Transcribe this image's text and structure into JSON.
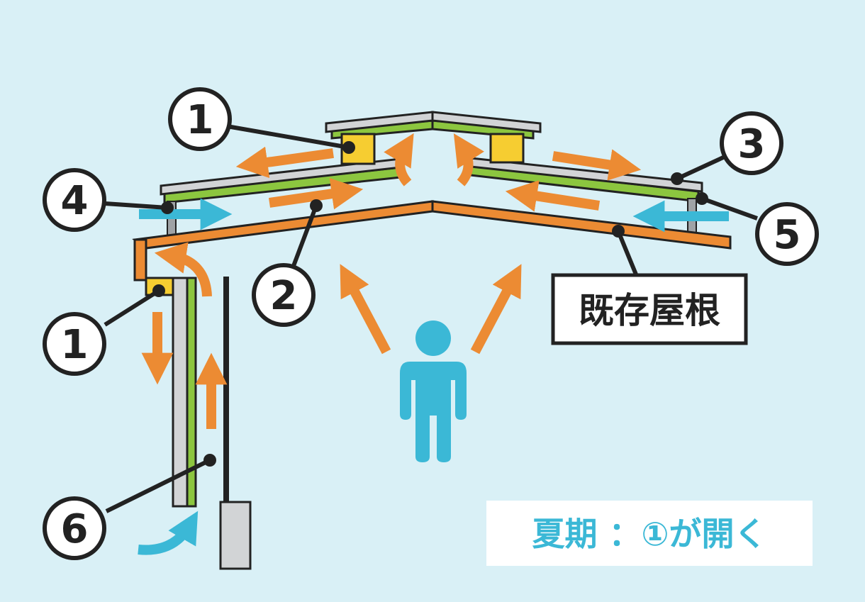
{
  "callouts": [
    {
      "id": "vent-ridge",
      "text": "1"
    },
    {
      "id": "air-gap",
      "text": "2"
    },
    {
      "id": "roof-outer",
      "text": "3"
    },
    {
      "id": "intake-left",
      "text": "4"
    },
    {
      "id": "intake-right",
      "text": "5"
    },
    {
      "id": "wall-gap",
      "text": "6"
    },
    {
      "id": "vent-eave",
      "text": "1"
    }
  ],
  "existing_roof_label": "既存屋根",
  "caption": "夏期 ：①が開く",
  "colors": {
    "background": "#d9f0f6",
    "orange": "#ec8b33",
    "blue": "#3bb8d6",
    "green": "#8cc63f",
    "yellow": "#f6cd31",
    "gray": "#d2d4d6",
    "dark": "#222222"
  }
}
